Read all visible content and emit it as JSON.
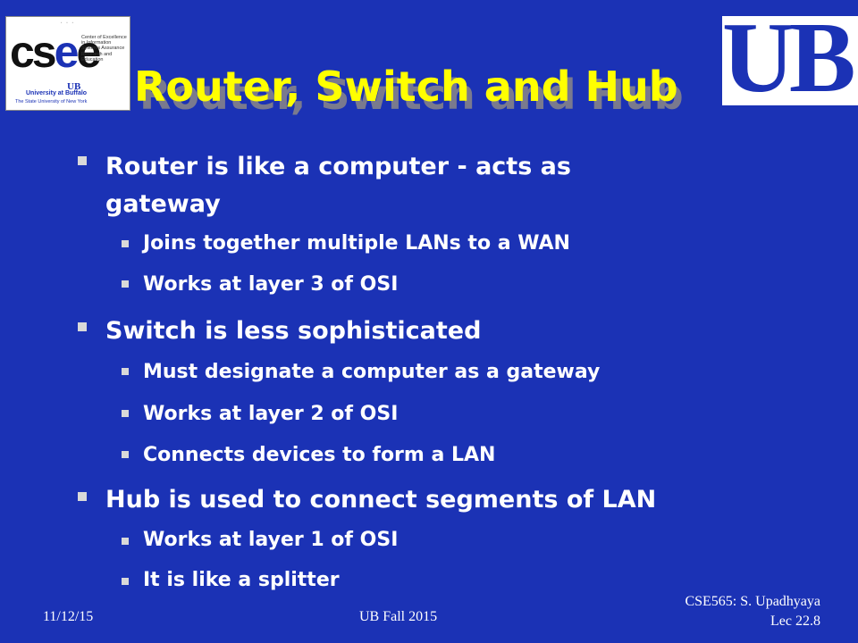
{
  "title": "Router, Switch and Hub",
  "logos": {
    "csee": {
      "big_text_1": "cs",
      "big_text_2": "e",
      "big_text_3": "e",
      "side_text": "Center of Excellence in Information Systems Assurance Research and Education",
      "univ_text": "University at Buffalo",
      "state_text": "The State University of New York",
      "mini_ub": "UB"
    },
    "ub": {
      "letters": "UB"
    }
  },
  "bullets": [
    {
      "level": 1,
      "text": "Router is like a computer - acts as"
    },
    {
      "level": 1,
      "text": "gateway",
      "continuation": true
    },
    {
      "level": 2,
      "text": "Joins together multiple LANs to a WAN"
    },
    {
      "level": 2,
      "text": "Works at layer 3 of OSI"
    },
    {
      "level": 1,
      "text": "Switch is less sophisticated"
    },
    {
      "level": 2,
      "text": "Must designate a computer as a gateway"
    },
    {
      "level": 2,
      "text": "Works at layer 2 of OSI"
    },
    {
      "level": 2,
      "text": "Connects devices to form a LAN"
    },
    {
      "level": 1,
      "text": "Hub is used to connect segments of LAN"
    },
    {
      "level": 2,
      "text": "Works at layer 1 of OSI"
    },
    {
      "level": 2,
      "text": "It is like a splitter"
    }
  ],
  "footer": {
    "date": "11/12/15",
    "center": "UB Fall 2015",
    "right_line1": "CSE565: S. Upadhyaya",
    "right_line2": "Lec 22.8"
  },
  "colors": {
    "background": "#1b32b5",
    "title": "#ffff00",
    "text": "#ffffff",
    "bullet_marker": "#d9d9d9"
  }
}
